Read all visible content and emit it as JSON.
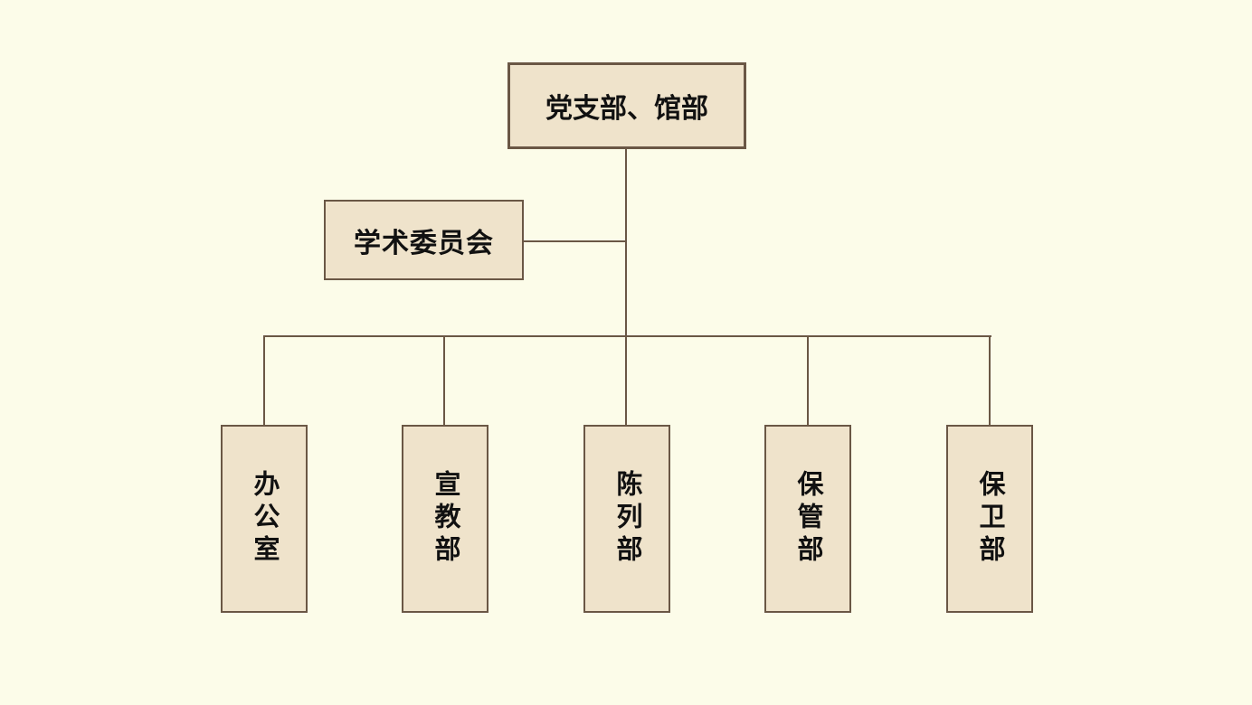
{
  "org_chart": {
    "root": {
      "label": "党支部、馆部"
    },
    "committee": {
      "label": "学术委员会"
    },
    "departments": [
      {
        "label": "办公室"
      },
      {
        "label": "宣教部"
      },
      {
        "label": "陈列部"
      },
      {
        "label": "保管部"
      },
      {
        "label": "保卫部"
      }
    ]
  },
  "colors": {
    "background": "#fcfce9",
    "node_fill": "#efe3cb",
    "node_border": "#6a5745",
    "connector": "#6a5745",
    "text": "#111111"
  }
}
